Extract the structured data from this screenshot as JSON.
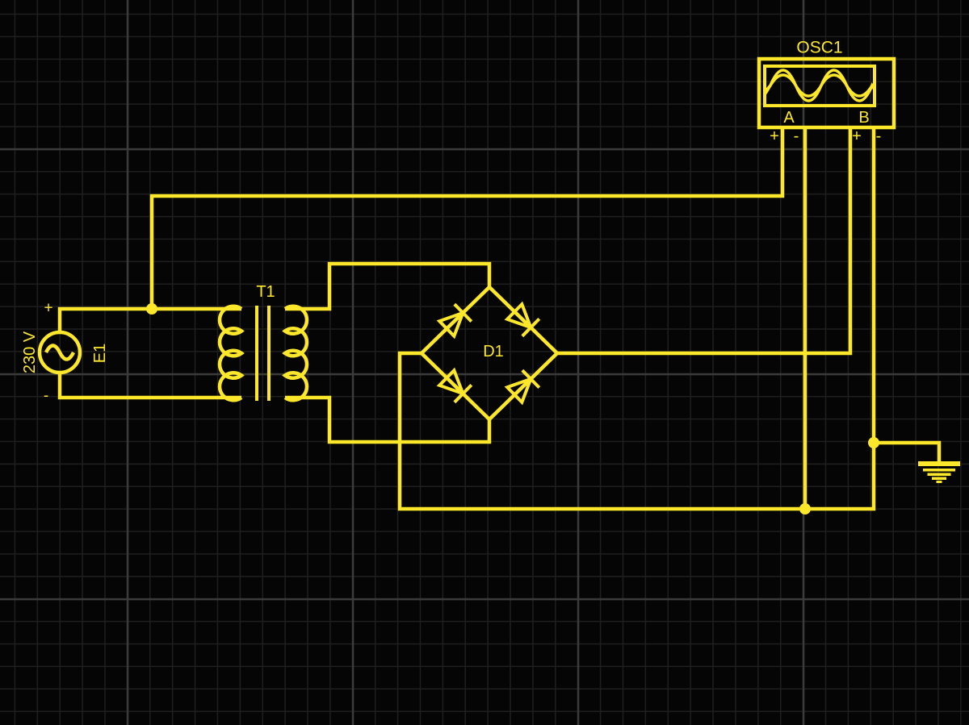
{
  "canvas": {
    "background_color": "#050505",
    "grid_minor_color": "#1f1f1f",
    "grid_major_color": "#3b3b3b",
    "wire_color": "#fde72b"
  },
  "components": {
    "ac_source": {
      "ref": "E1",
      "value": "230 V",
      "plus_label": "+",
      "minus_label": "-"
    },
    "transformer": {
      "ref": "T1"
    },
    "diode_bridge": {
      "ref": "D1"
    },
    "oscilloscope": {
      "ref": "OSC1",
      "channel_a_label": "A",
      "channel_b_label": "B",
      "a_plus_label": "+",
      "a_minus_label": "-",
      "b_plus_label": "+",
      "b_minus_label": "-"
    }
  },
  "icons": {
    "ac_source_symbol": "sine-wave-icon",
    "oscilloscope_screen": "dual-sine-trace-icon",
    "ground": "earth-ground-icon"
  }
}
